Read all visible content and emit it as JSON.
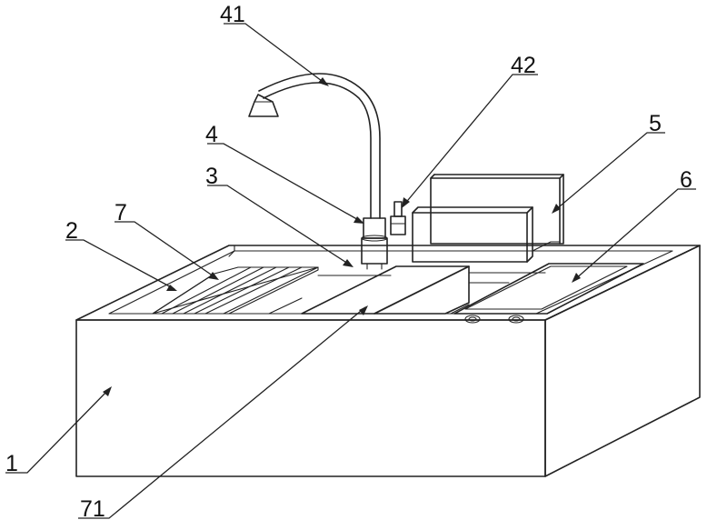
{
  "callouts": {
    "c1": "1",
    "c2": "2",
    "c3": "3",
    "c4": "4",
    "c41": "41",
    "c42": "42",
    "c5": "5",
    "c6": "6",
    "c7": "7",
    "c71": "71"
  },
  "colors": {
    "line": "#222222",
    "background": "#ffffff"
  }
}
